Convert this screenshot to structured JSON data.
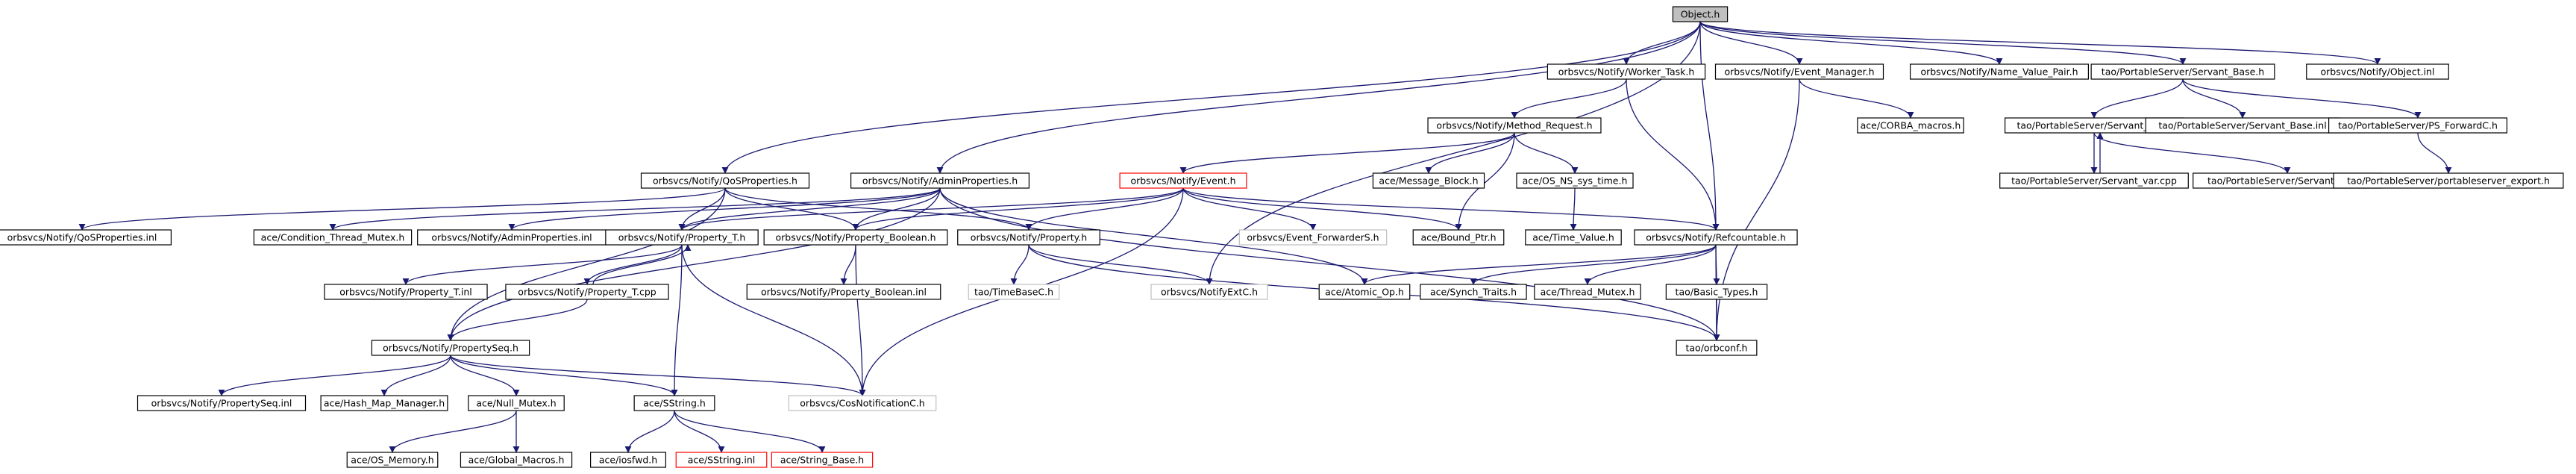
{
  "colors": {
    "background": "#ffffff",
    "node_border": "#000000",
    "node_border_truncated": "#ff0000",
    "node_border_undocumented": "#bfbfbf",
    "root_fill": "#bfbfbf",
    "edge": "#191970",
    "node_text": "#000000",
    "undocumented_text": "#505050"
  },
  "nodes": {
    "object_h": "Object.h",
    "worker_task_h": "orbsvcs/Notify/Worker_Task.h",
    "event_manager_h": "orbsvcs/Notify/Event_Manager.h",
    "name_value_pair_h": "orbsvcs/Notify/Name_Value_Pair.h",
    "servant_base_h": "tao/PortableServer/Servant_Base.h",
    "object_inl": "orbsvcs/Notify/Object.inl",
    "method_request_h": "orbsvcs/Notify/Method_Request.h",
    "corba_macros_h": "ace/CORBA_macros.h",
    "servant_var_h": "tao/PortableServer/Servant_var.h",
    "servant_base_inl": "tao/PortableServer/Servant_Base.inl",
    "ps_forwardc_h": "tao/PortableServer/PS_ForwardC.h",
    "qosproperties_h": "orbsvcs/Notify/QoSProperties.h",
    "adminproperties_h": "orbsvcs/Notify/AdminProperties.h",
    "event_h": "orbsvcs/Notify/Event.h",
    "message_block_h": "ace/Message_Block.h",
    "os_ns_sys_time_h": "ace/OS_NS_sys_time.h",
    "servant_var_cpp": "tao/PortableServer/Servant_var.cpp",
    "servant_var_inl": "tao/PortableServer/Servant_var.inl",
    "portableserver_export_h": "tao/PortableServer/portableserver_export.h",
    "qosproperties_inl": "orbsvcs/Notify/QoSProperties.inl",
    "condition_thread_mutex_h": "ace/Condition_Thread_Mutex.h",
    "adminproperties_inl": "orbsvcs/Notify/AdminProperties.inl",
    "property_t_h": "orbsvcs/Notify/Property_T.h",
    "property_boolean_h": "orbsvcs/Notify/Property_Boolean.h",
    "property_h": "orbsvcs/Notify/Property.h",
    "event_forwarders_h": "orbsvcs/Event_ForwarderS.h",
    "bound_ptr_h": "ace/Bound_Ptr.h",
    "time_value_h": "ace/Time_Value.h",
    "refcountable_h": "orbsvcs/Notify/Refcountable.h",
    "property_t_inl": "orbsvcs/Notify/Property_T.inl",
    "property_t_cpp": "orbsvcs/Notify/Property_T.cpp",
    "property_boolean_inl": "orbsvcs/Notify/Property_Boolean.inl",
    "timebasec_h": "tao/TimeBaseC.h",
    "notifyextc_h": "orbsvcs/NotifyExtC.h",
    "atomic_op_h": "ace/Atomic_Op.h",
    "synch_traits_h": "ace/Synch_Traits.h",
    "thread_mutex_h": "ace/Thread_Mutex.h",
    "basic_types_h": "tao/Basic_Types.h",
    "propertyseq_h": "orbsvcs/Notify/PropertySeq.h",
    "orbconf_h": "tao/orbconf.h",
    "propertyseq_inl": "orbsvcs/Notify/PropertySeq.inl",
    "hash_map_manager_h": "ace/Hash_Map_Manager.h",
    "null_mutex_h": "ace/Null_Mutex.h",
    "sstring_h": "ace/SString.h",
    "cosnotificationc_h": "orbsvcs/CosNotificationC.h",
    "os_memory_h": "ace/OS_Memory.h",
    "global_macros_h": "ace/Global_Macros.h",
    "iosfwd_h": "ace/iosfwd.h",
    "sstring_inl": "ace/SString.inl",
    "string_base_h": "ace/String_Base.h"
  }
}
